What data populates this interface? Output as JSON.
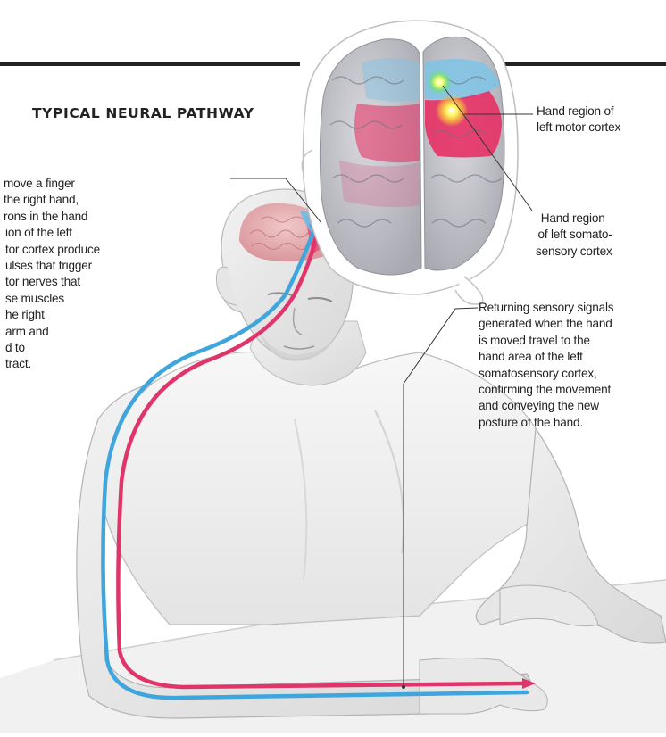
{
  "title": "TYPICAL NEURAL PATHWAY",
  "labels": {
    "motor": [
      "Hand region of",
      "left motor cortex"
    ],
    "somato": [
      "Hand region",
      "of left somato-",
      "sensory cortex"
    ]
  },
  "captions": {
    "left": [
      "move a finger",
      "the right hand,",
      "rons in the hand",
      "ion of the left",
      "tor cortex produce",
      "ulses that trigger",
      "tor nerves that",
      "se muscles",
      "he right",
      "arm and",
      "d to",
      "tract."
    ],
    "right": [
      "Returning sensory signals",
      "generated when the hand",
      "is moved travel to the",
      "hand area of the left",
      "somatosensory cortex,",
      "confirming the movement",
      "and conveying the new",
      "posture of the hand."
    ]
  },
  "colors": {
    "motor_pathway": "#e0356b",
    "sensory_pathway": "#3ea6dd",
    "motor_region": "#e8285e",
    "sensory_region": "#7ec3e6",
    "hotspot": "#fff25a"
  }
}
